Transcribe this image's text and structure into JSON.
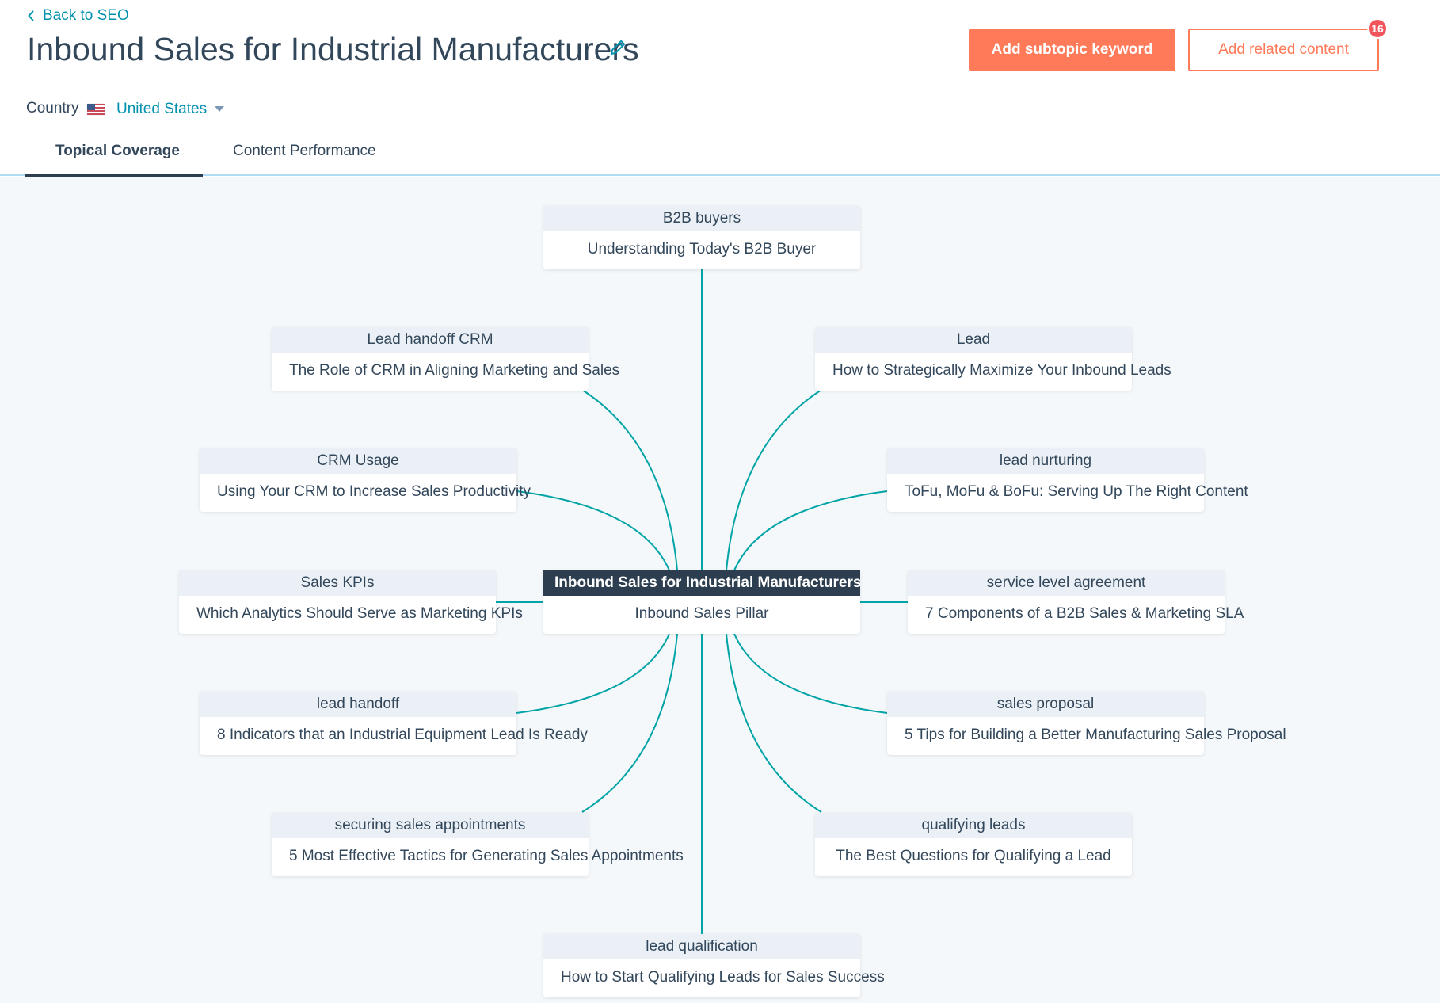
{
  "header": {
    "back_label": "Back to SEO",
    "title": "Inbound Sales for Industrial Manufacturers",
    "add_subtopic_label": "Add subtopic keyword",
    "add_related_label": "Add related content",
    "related_badge_count": "16",
    "accent_color": "#ff7a59",
    "link_color": "#0091ae"
  },
  "country": {
    "label": "Country",
    "value": "United States",
    "flag_icon": "us-flag-icon"
  },
  "tabs": [
    {
      "label": "Topical Coverage",
      "active": true
    },
    {
      "label": "Content Performance",
      "active": false
    }
  ],
  "cluster": {
    "line_color": "#00a4a6",
    "pillar": {
      "keyword": "Inbound Sales for Industrial Manufacturers",
      "title": "Inbound Sales Pillar"
    },
    "subtopics": [
      {
        "keyword": "B2B buyers",
        "title": "Understanding Today's B2B Buyer"
      },
      {
        "keyword": "Lead handoff CRM",
        "title": "The Role of CRM in Aligning Marketing and Sales"
      },
      {
        "keyword": "Lead",
        "title": "How to Strategically Maximize Your Inbound Leads"
      },
      {
        "keyword": "CRM Usage",
        "title": "Using Your CRM to Increase Sales Productivity"
      },
      {
        "keyword": "lead nurturing",
        "title": "ToFu, MoFu & BoFu: Serving Up The Right Content"
      },
      {
        "keyword": "Sales KPIs",
        "title": "Which Analytics Should Serve as Marketing KPIs"
      },
      {
        "keyword": "service level agreement",
        "title": "7 Components of a B2B Sales & Marketing SLA"
      },
      {
        "keyword": "lead handoff",
        "title": "8 Indicators that an Industrial Equipment Lead Is Ready"
      },
      {
        "keyword": "sales proposal",
        "title": "5 Tips for Building a Better Manufacturing Sales Proposal"
      },
      {
        "keyword": "securing sales appointments",
        "title": "5 Most Effective Tactics for Generating Sales Appointments"
      },
      {
        "keyword": "qualifying leads",
        "title": "The Best Questions for Qualifying a Lead"
      },
      {
        "keyword": "lead qualification",
        "title": "How to Start Qualifying Leads for Sales Success"
      }
    ]
  }
}
